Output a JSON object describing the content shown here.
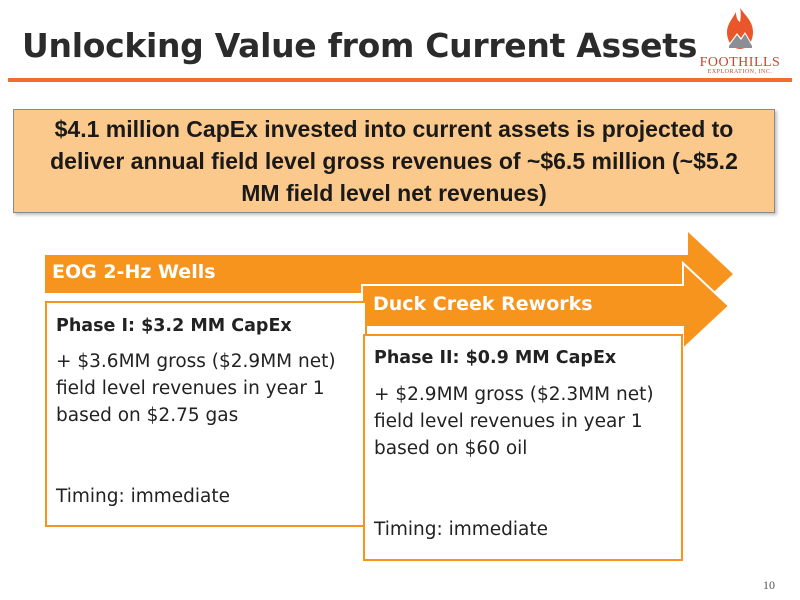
{
  "slide": {
    "title": "Unlocking Value from Current Assets",
    "page_number": "10"
  },
  "logo": {
    "name": "FOOTHILLS",
    "tagline": "EXPLORATION, INC."
  },
  "callout": {
    "text": "$4.1 million CapEx invested into current assets is projected to deliver annual field level gross revenues of ~$6.5 million (~$5.2 MM field level net revenues)"
  },
  "projects": [
    {
      "name": "EOG 2-Hz Wells",
      "phase": "Phase I:  $3.2 MM CapEx",
      "description": "+ $3.6MM gross ($2.9MM net) field level revenues in year 1 based on $2.75 gas",
      "timing": "Timing: immediate"
    },
    {
      "name": "Duck Creek Reworks",
      "phase": "Phase II:  $0.9 MM CapEx",
      "description": "+ $2.9MM gross ($2.3MM net) field level revenues in year 1 based on $60 oil",
      "timing": "Timing: immediate"
    }
  ],
  "colors": {
    "accent_orange": "#f7941d",
    "title_rule": "#f06d2f",
    "callout_fill": "#fbc98c",
    "logo_red": "#c8452f"
  }
}
